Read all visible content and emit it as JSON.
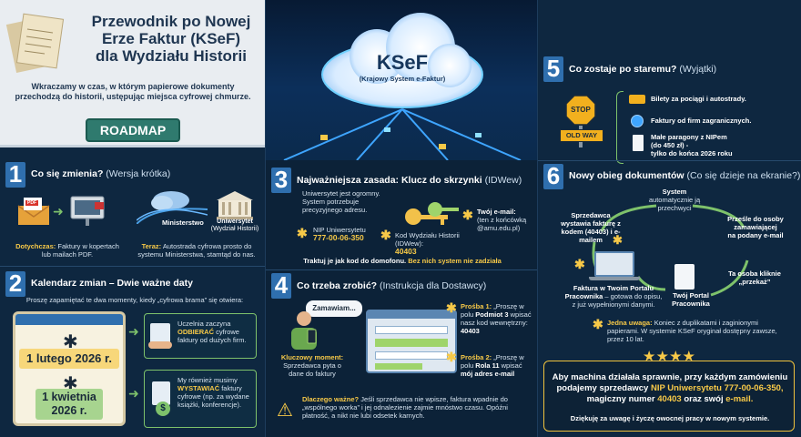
{
  "header": {
    "title_line1": "Przewodnik po Nowej",
    "title_line2": "Erze Faktur (KSeF)",
    "title_line3": "dla Wydziału Historii",
    "intro_line1": "Wkraczamy w czas, w którym papierowe dokumenty",
    "intro_line2": "przechodzą do historii, ustępując miejsca cyfrowej chmurze.",
    "roadmap": "ROADMAP"
  },
  "hero": {
    "ksef": "KSeF",
    "ksef_full": "(Krajowy System e-Faktur)"
  },
  "s1": {
    "number": "1",
    "title": "Co się zmienia?",
    "subtitle": "(Wersja krótka)",
    "pdf_tag": "PDF",
    "ministry": "Ministerstwo",
    "university_line1": "Uniwersytet",
    "university_line2": "(Wydział Historii)",
    "before_label": "Dotychczas:",
    "before_text": "Faktury w kopertach lub mailach PDF.",
    "now_label": "Teraz:",
    "now_text": "Autostrada cyfrowa prosto do systemu Ministerstwa, stamtąd do nas."
  },
  "s2": {
    "number": "2",
    "title": "Kalendarz zmian – Dwie ważne daty",
    "intro": "Proszę zapamiętać te dwa momenty, kiedy „cyfrowa brama” się otwiera:",
    "date1_line1": "1 lutego 2026 r.",
    "date2_line1": "1 kwietnia",
    "date2_line2": "2026 r.",
    "note1_a": "Uczelnia zaczyna",
    "note1_b": "ODBIERAĆ",
    "note1_c": "cyfrowe faktury od dużych firm.",
    "note2_a": "My również musimy",
    "note2_b": "WYSTAWIAĆ",
    "note2_c": "faktury cyfrowe (np. za wydane książki, konferencje)."
  },
  "s3": {
    "number": "3",
    "title": "Najważniejsza zasada: Klucz do skrzynki",
    "subtitle": "(IDWew)",
    "intro": "Uniwersytet jest ogromny. System potrzebuje precyzyjnego adresu.",
    "nip_label": "NIP Uniwersytetu",
    "nip_value": "777-00-06-350",
    "code_label": "Kod Wydziału Historii (IDWew):",
    "code_value": "40403",
    "email_label": "Twój e-mail:",
    "email_text": "(ten z końcówką @amu.edu.pl)",
    "footer_a": "Traktuj je jak kod do domofonu.",
    "footer_b": "Bez nich system nie zadziała"
  },
  "s4": {
    "number": "4",
    "title": "Co trzeba zrobić?",
    "subtitle": "(Instrukcja dla Dostawcy)",
    "bubble": "Zamawiam...",
    "key_label": "Kluczowy moment:",
    "key_text": "Sprzedawca pyta o dane do faktury",
    "req1_label": "Prośba 1:",
    "req1_a": "„Proszę w polu",
    "req1_b": "Podmiot 3",
    "req1_c": "wpisać nasz kod wewnętrzny:",
    "req1_code": "40403",
    "req2_label": "Prośba 2:",
    "req2_a": "„Proszę w polu",
    "req2_b": "Rola 11",
    "req2_c": "wpisać",
    "req2_d": "mój adres e-mail",
    "why_label": "Dlaczego ważne?",
    "why_text": "Jeśli sprzedawca nie wpisze, faktura wpadnie do „wspólnego worka” i jej odnalezienie zajmie mnóstwo czasu. Opóźni płatność, a nikt nie lubi odsetek karnych."
  },
  "s5": {
    "number": "5",
    "title": "Co zostaje po staremu?",
    "subtitle": "(Wyjątki)",
    "stop": "STOP",
    "old_way": "OLD WAY",
    "ex1": "Bilety za pociągi i autostrady.",
    "ex2": "Faktury od firm zagranicznych.",
    "ex3_a": "Małe paragony z NIPem",
    "ex3_b": "(do 450 zł) -",
    "ex3_c": "tylko do końca 2026 roku"
  },
  "s6": {
    "number": "6",
    "title": "Nowy obieg dokumentów",
    "subtitle": "(Co się dzieje na ekranie?)",
    "step1_title": "System",
    "step1_text": "automatycznie ją przechwyci",
    "step2": "Sprzedawca wystawia fakturę z kodem (40403) i e-mailem",
    "step3_title": "Prześle do osoby zamawiającej",
    "step3_text": "na podany e-mail",
    "step4": "Ta osoba kliknie „przekaż”",
    "step5_title": "Twój Portal Pracownika",
    "step6_title": "Faktura w Twoim Portalu Pracownika",
    "step6_text": "– gotowa do opisu, z już wypełnionymi danymi.",
    "note_label": "Jedna uwaga:",
    "note_text": "Koniec z duplikatami i zaginionymi papierami. W systemie KSeF oryginał dostępny zawsze, przez 10 lat."
  },
  "final": {
    "stars": "★★★★",
    "line1": "Aby machina działała sprawnie, przy każdym zamówieniu",
    "line2_a": "podajemy sprzedawcy",
    "line2_b": "NIP Uniwersytetu 777-00-06-350,",
    "line3_a": "magiczny numer",
    "line3_b": "40403",
    "line3_c": "oraz swój",
    "line3_d": "e-mail.",
    "thanks": "Dziękuję za uwagę i życzę owocnej pracy w nowym systemie."
  },
  "colors": {
    "accent_yellow": "#f7c948",
    "green": "#7ec26b",
    "navy": "#0e2740",
    "blue": "#2f6fae"
  }
}
